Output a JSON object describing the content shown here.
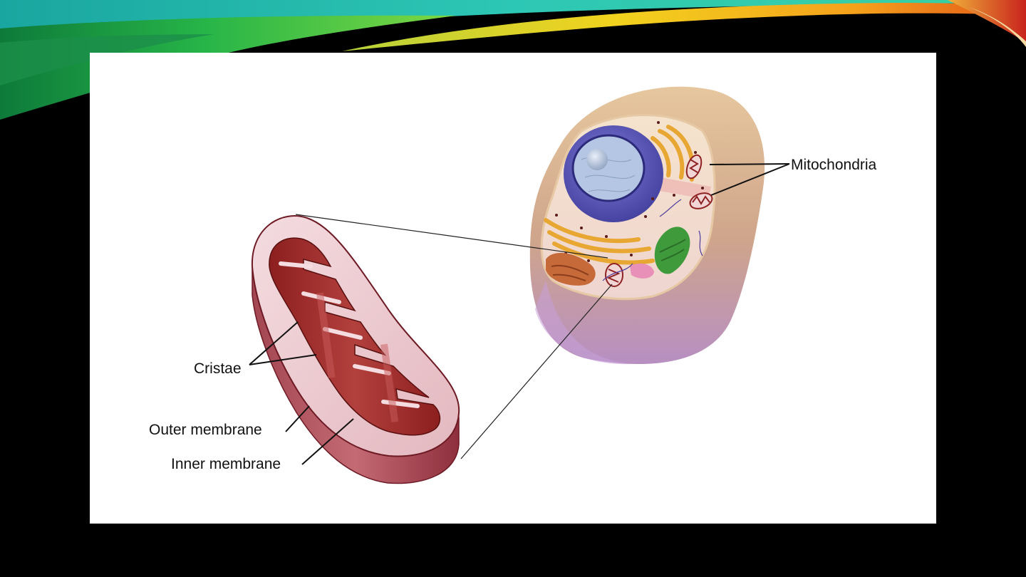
{
  "labels": {
    "mitochondria": "Mitochondria",
    "cristae": "Cristae",
    "outer_membrane": "Outer membrane",
    "inner_membrane": "Inner membrane"
  },
  "colors": {
    "background": "#000000",
    "panel": "#ffffff",
    "mitochondrion_outer": "#c98d92",
    "mitochondrion_inner": "#8e2222",
    "cell_body": "#d7ad86",
    "nucleus": "#5a56b4",
    "golgi": "#e8a632",
    "chloroplast_like": "#3f9a3c"
  }
}
